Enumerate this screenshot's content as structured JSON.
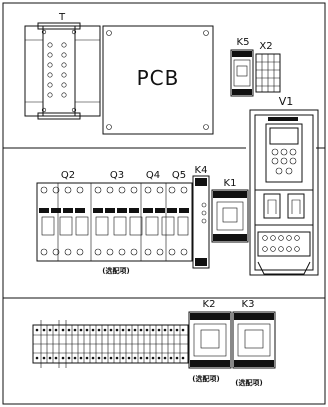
{
  "labels": {
    "transformer": "T",
    "pcb": "PCB",
    "relay_k5": "K5",
    "terminal_x2": "X2",
    "inverter_v1": "V1",
    "breaker_q2": "Q2",
    "breaker_q3": "Q3",
    "breaker_q4": "Q4",
    "breaker_q5": "Q5",
    "relay_k4": "K4",
    "relay_k1": "K1",
    "relay_k2": "K2",
    "relay_k3": "K3"
  },
  "notes": {
    "breaker_row": "(选配项)",
    "k2": "(选配项)",
    "k3": "(选配项)"
  },
  "colors": {
    "line": "#111111",
    "background": "#ffffff"
  }
}
